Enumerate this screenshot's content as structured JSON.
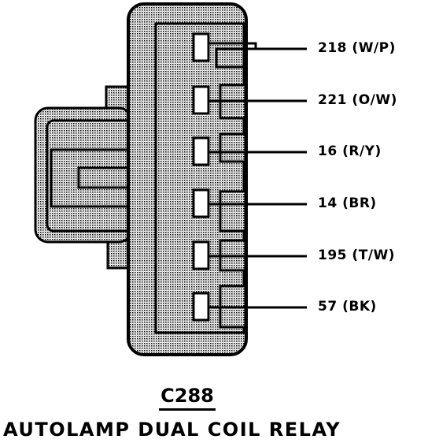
{
  "connector": {
    "id": "C288",
    "name": "AUTOLAMP DUAL COIL RELAY"
  },
  "pins": [
    {
      "circuit": "218",
      "color": "(W/P)"
    },
    {
      "circuit": "221",
      "color": "(O/W)"
    },
    {
      "circuit": "16",
      "color": "(R/Y)"
    },
    {
      "circuit": "14",
      "color": "(BR)"
    },
    {
      "circuit": "195",
      "color": "(T/W)"
    },
    {
      "circuit": "57",
      "color": "(BK)"
    }
  ]
}
